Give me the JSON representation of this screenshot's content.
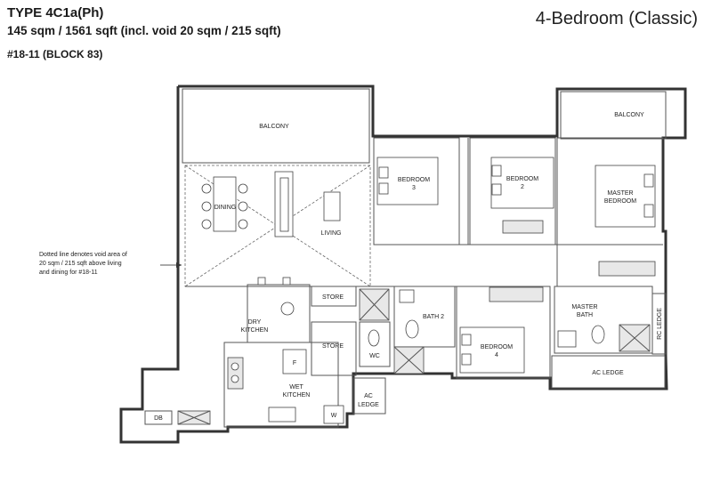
{
  "header": {
    "type_title": "TYPE  4C1a(Ph)",
    "area": "145 sqm / 1561 sqft  (incl. void 20 sqm / 215 sqft)",
    "unit": "#18-11 (BLOCK 83)",
    "type_name": "4-Bedroom (Classic)"
  },
  "note": {
    "line1": "Dotted line denotes void area of",
    "line2": "20 sqm / 215 sqft above living",
    "line3": "and dining for #18-11"
  },
  "rooms": {
    "balcony_left": "BALCONY",
    "balcony_right": "BALCONY",
    "bedroom3_a": "BEDROOM",
    "bedroom3_b": "3",
    "bedroom2_a": "BEDROOM",
    "bedroom2_b": "2",
    "master_bedroom_a": "MASTER",
    "master_bedroom_b": "BEDROOM",
    "dining": "DINING",
    "living": "LIVING",
    "store_top": "STORE",
    "store_bottom": "STORE",
    "dry_kitchen_a": "DRY",
    "dry_kitchen_b": "KITCHEN",
    "wet_kitchen_a": "WET",
    "wet_kitchen_b": "KITCHEN",
    "fridge": "F",
    "wc": "WC",
    "bath2": "BATH 2",
    "bedroom4_a": "BEDROOM",
    "bedroom4_b": "4",
    "master_bath_a": "MASTER",
    "master_bath_b": "BATH",
    "rc_ledge": "RC LEDGE",
    "ac_ledge_right": "AC LEDGE",
    "ac_ledge_left_a": "AC",
    "ac_ledge_left_b": "LEDGE",
    "db": "DB",
    "washer": "W"
  }
}
